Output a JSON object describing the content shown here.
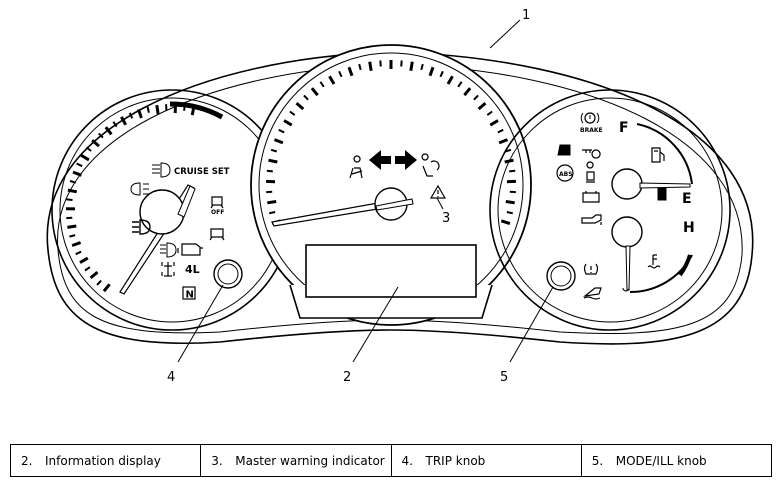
{
  "callouts": {
    "c1": "1",
    "c2": "2",
    "c3": "3",
    "c4": "4",
    "c5": "5"
  },
  "left_gauge": {
    "cruise_label": "CRUISE SET",
    "off_label": "OFF",
    "four_l_label": "4L",
    "n_label": "N"
  },
  "right_gauge": {
    "brake_label": "BRAKE",
    "abs_label": "ABS",
    "fuel_full": "F",
    "fuel_empty": "E",
    "temp_hot": "H"
  },
  "legend": [
    {
      "number": "2.",
      "text": "Information display"
    },
    {
      "number": "3.",
      "text": "Master warning indicator"
    },
    {
      "number": "4.",
      "text": "TRIP knob"
    },
    {
      "number": "5.",
      "text": "MODE/ILL knob"
    }
  ],
  "icons": [
    "turn-left-arrow-icon",
    "turn-right-arrow-icon",
    "seatbelt-warning-icon",
    "airbag-warning-icon",
    "master-warning-triangle-icon",
    "headlight-icon",
    "front-fog-icon",
    "rear-fog-icon",
    "traction-control-icon",
    "check-engine-icon",
    "4wd-icon",
    "door-open-icon",
    "key-icon",
    "brake-warning-icon",
    "low-tire-pressure-icon",
    "oil-pressure-icon",
    "battery-icon",
    "fuel-pump-icon",
    "coolant-temp-icon",
    "low-fuel-icon"
  ]
}
